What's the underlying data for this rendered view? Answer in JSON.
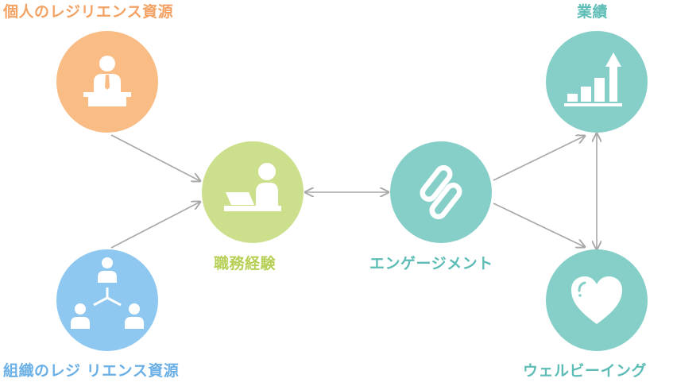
{
  "labels": {
    "individual_resources": "個人のレジリエンス資源",
    "work_experience": "職務経験",
    "engagement": "エンゲージメント",
    "performance": "業績",
    "wellbeing": "ウェルビーイング",
    "organizational_resources": "組織のレジ リエンス資源"
  },
  "icons": {
    "individual_resources": "person-at-podium-icon",
    "work_experience": "person-at-laptop-icon",
    "engagement": "chain-link-icon",
    "performance": "bar-chart-up-icon",
    "wellbeing": "heart-icon",
    "organizational_resources": "network-people-icon"
  },
  "colors": {
    "individual": "#F8BC84",
    "work": "#CBDF8C",
    "teal": "#86CFC8",
    "org": "#8EC8F0",
    "arrow": "#A8A8A8",
    "individual_text": "#F3A263",
    "work_text": "#B6CF55",
    "teal_text": "#5DBDB6",
    "org_text": "#6AAFE6"
  }
}
